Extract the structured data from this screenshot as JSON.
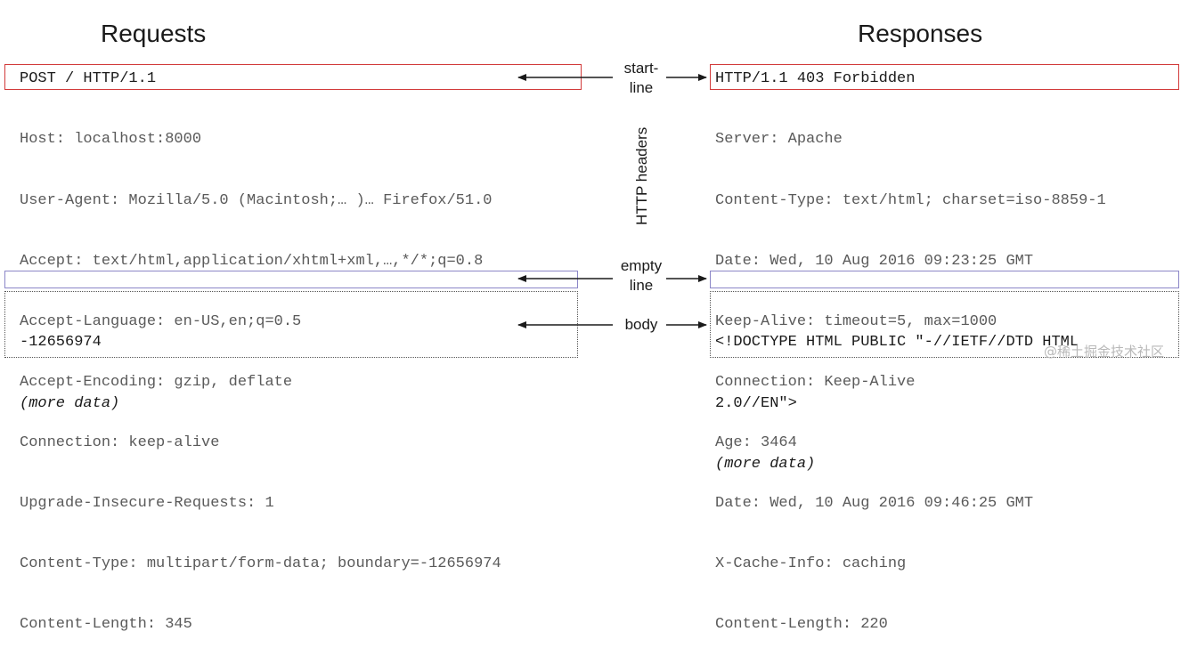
{
  "titles": {
    "requests": "Requests",
    "responses": "Responses"
  },
  "labels": {
    "start_line_1": "start-",
    "start_line_2": "line",
    "http_headers": "HTTP headers",
    "empty_line_1": "empty",
    "empty_line_2": "line",
    "body": "body"
  },
  "request": {
    "start_line": "POST / HTTP/1.1",
    "headers": [
      "Host: localhost:8000",
      "User-Agent: Mozilla/5.0 (Macintosh;… )… Firefox/51.0",
      "Accept: text/html,application/xhtml+xml,…,*/*;q=0.8",
      "Accept-Language: en-US,en;q=0.5",
      "Accept-Encoding: gzip, deflate",
      "Connection: keep-alive",
      "Upgrade-Insecure-Requests: 1",
      "Content-Type: multipart/form-data; boundary=-12656974",
      "Content-Length: 345"
    ],
    "body": [
      "-12656974",
      "(more data)"
    ]
  },
  "response": {
    "start_line": "HTTP/1.1 403 Forbidden",
    "headers": [
      "Server: Apache",
      "Content-Type: text/html; charset=iso-8859-1",
      "Date: Wed, 10 Aug 2016 09:23:25 GMT",
      "Keep-Alive: timeout=5, max=1000",
      "Connection: Keep-Alive",
      "Age: 3464",
      "Date: Wed, 10 Aug 2016 09:46:25 GMT",
      "X-Cache-Info: caching",
      "Content-Length: 220"
    ],
    "body": [
      "<!DOCTYPE HTML PUBLIC \"-//IETF//DTD HTML",
      "2.0//EN\">",
      "(more data)"
    ]
  },
  "watermark": "@稀土掘金技术社区",
  "colors": {
    "start_line_box": "#d23a3a",
    "empty_line_box": "#8b86c7",
    "body_box": "#555555"
  }
}
